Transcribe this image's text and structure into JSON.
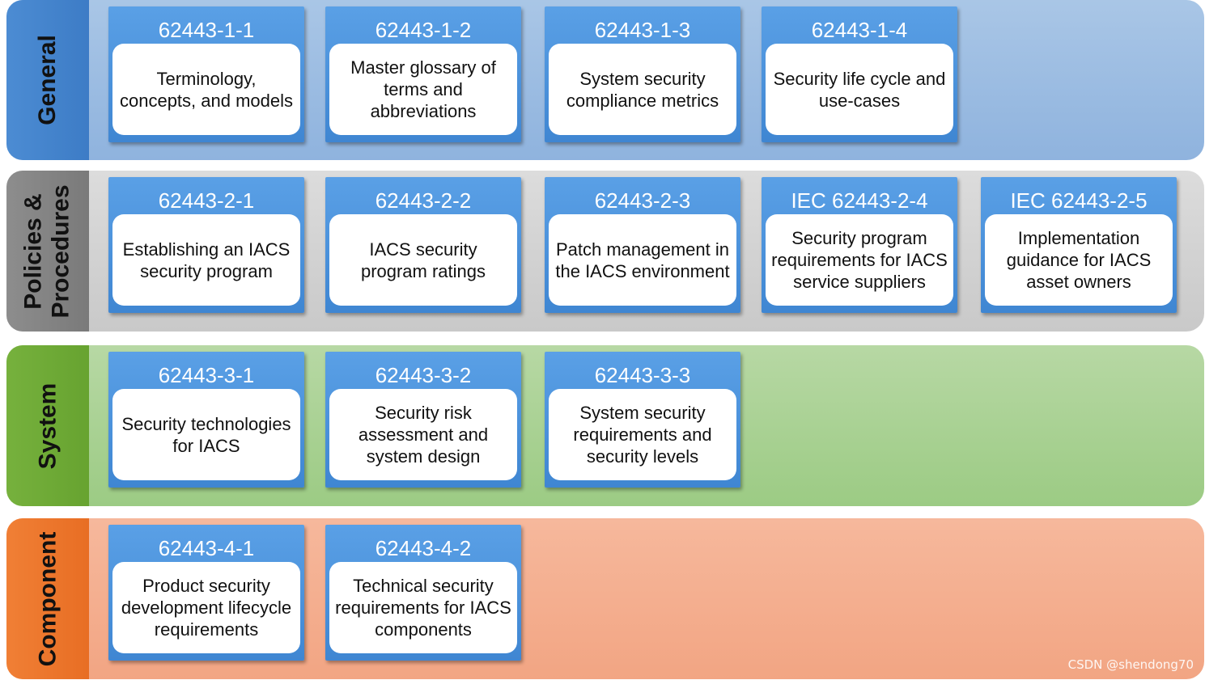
{
  "rows": {
    "general": {
      "label": "General",
      "cards": [
        {
          "id": "62443-1-1",
          "desc": "Terminology, concepts, and models"
        },
        {
          "id": "62443-1-2",
          "desc": "Master glossary of terms and abbreviations"
        },
        {
          "id": "62443-1-3",
          "desc": "System security compliance metrics"
        },
        {
          "id": "62443-1-4",
          "desc": "Security life cycle and use-cases"
        }
      ]
    },
    "policies": {
      "label_line1": "Policies &",
      "label_line2": "Procedures",
      "cards": [
        {
          "id": "62443-2-1",
          "desc": "Establishing an IACS security program"
        },
        {
          "id": "62443-2-2",
          "desc": "IACS security program ratings"
        },
        {
          "id": "62443-2-3",
          "desc": "Patch management in the IACS environment"
        },
        {
          "id": "IEC 62443-2-4",
          "desc": "Security program requirements for IACS service suppliers"
        },
        {
          "id": "IEC 62443-2-5",
          "desc": "Implementation guidance for IACS asset owners"
        }
      ]
    },
    "system": {
      "label": "System",
      "cards": [
        {
          "id": "62443-3-1",
          "desc": "Security technologies for IACS"
        },
        {
          "id": "62443-3-2",
          "desc": "Security risk assessment and system design"
        },
        {
          "id": "62443-3-3",
          "desc": "System security requirements and security levels"
        }
      ]
    },
    "component": {
      "label": "Component",
      "cards": [
        {
          "id": "62443-4-1",
          "desc": "Product security development lifecycle requirements"
        },
        {
          "id": "62443-4-2",
          "desc": "Technical security requirements for IACS components"
        }
      ]
    }
  },
  "colors": {
    "card_blue": "#4a90dc",
    "general_tab": "#4c8cd3",
    "policies_tab": "#8d8d8d",
    "system_tab": "#76b13d",
    "component_tab": "#f07f35"
  },
  "watermark": "CSDN @shendong70"
}
